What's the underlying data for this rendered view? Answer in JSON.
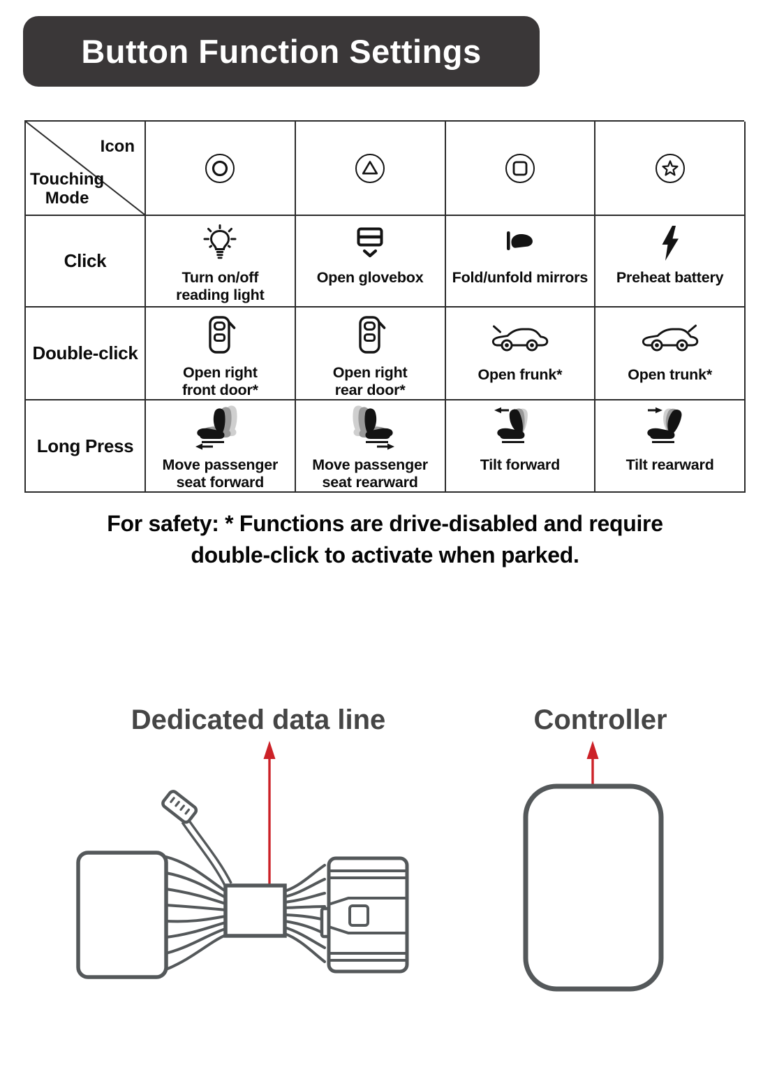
{
  "header": {
    "title": "Button Function Settings"
  },
  "table": {
    "corner": {
      "top_label": "Icon",
      "bottom_label": "Touching\nMode"
    },
    "columns": [
      {
        "icon": "circle-button-icon"
      },
      {
        "icon": "triangle-button-icon"
      },
      {
        "icon": "square-button-icon"
      },
      {
        "icon": "star-button-icon"
      }
    ],
    "rows": [
      {
        "mode": "Click",
        "cells": [
          {
            "icon": "reading-light-icon",
            "label": "Turn on/off\nreading light"
          },
          {
            "icon": "glovebox-icon",
            "label": "Open glovebox"
          },
          {
            "icon": "side-mirror-icon",
            "label": "Fold/unfold mirrors"
          },
          {
            "icon": "lightning-icon",
            "label": "Preheat battery"
          }
        ]
      },
      {
        "mode": "Double-click",
        "cells": [
          {
            "icon": "car-door-icon",
            "label": "Open right\nfront door*"
          },
          {
            "icon": "car-door-icon",
            "label": "Open right\nrear door*"
          },
          {
            "icon": "car-frunk-icon",
            "label": "Open frunk*"
          },
          {
            "icon": "car-trunk-icon",
            "label": "Open trunk*"
          }
        ]
      },
      {
        "mode": "Long Press",
        "cells": [
          {
            "icon": "seat-move-forward-icon",
            "label": "Move passenger\nseat forward"
          },
          {
            "icon": "seat-move-rearward-icon",
            "label": "Move passenger\nseat rearward"
          },
          {
            "icon": "seat-tilt-forward-icon",
            "label": "Tilt forward"
          },
          {
            "icon": "seat-tilt-rearward-icon",
            "label": "Tilt rearward"
          }
        ]
      }
    ]
  },
  "safety_note": {
    "text": "For safety: * Functions are drive-disabled and require\ndouble-click to activate when parked."
  },
  "diagram": {
    "data_line_label": "Dedicated data line",
    "controller_label": "Controller"
  },
  "colors": {
    "header_bg": "#3a3738",
    "header_text": "#ffffff",
    "table_border": "#2b2b2b",
    "icon_ink": "#131313",
    "seat_ghost_mid": "#989898",
    "seat_ghost_light": "#cfcfcf",
    "diagram_line": "#54585a",
    "arrow_red": "#cc2127",
    "label_gray": "#454545"
  }
}
